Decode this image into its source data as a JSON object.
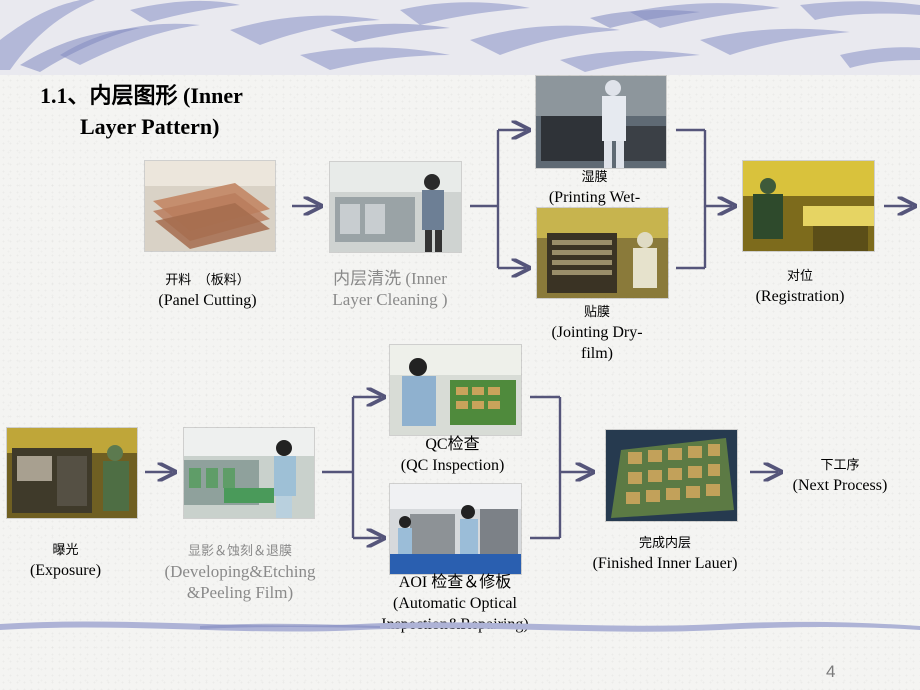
{
  "title": {
    "line1": "1.1、内层图形 (Inner",
    "line2": "Layer Pattern)"
  },
  "steps": {
    "panel_cutting": {
      "zh": "开料　（板料）",
      "en": "(Panel Cutting)"
    },
    "inner_cleaning": {
      "zh": "内层清洗 (Inner",
      "en": "Layer Cleaning )"
    },
    "printing_wet": {
      "zh": "湿膜",
      "en": "(Printing Wet-"
    },
    "jointing_dry": {
      "zh": "贴膜",
      "en1": "(Jointing Dry-",
      "en2": "film)"
    },
    "registration": {
      "zh": "对位",
      "en": "(Registration)"
    },
    "exposure": {
      "zh": "曝光",
      "en": "(Exposure)"
    },
    "developing": {
      "zh": "显影＆蚀刻＆退膜",
      "en1": "(Developing&Etching",
      "en2": "&Peeling Film)"
    },
    "qc": {
      "zh": "QC检查",
      "en": "(QC Inspection)"
    },
    "aoi": {
      "zh": "AOI 检查＆修板",
      "en1": "(Automatic Optical",
      "en2": "Inspection&Repairing)"
    },
    "finished": {
      "zh": "完成内层",
      "en": "(Finished Inner Lauer)"
    },
    "next": {
      "zh": "下工序",
      "en": "(Next Process)"
    }
  },
  "colors": {
    "arrow": "#55557a",
    "grey_caption": "#8a8a8a",
    "banner_wave": "#b5b9d8"
  },
  "page_number": "4"
}
